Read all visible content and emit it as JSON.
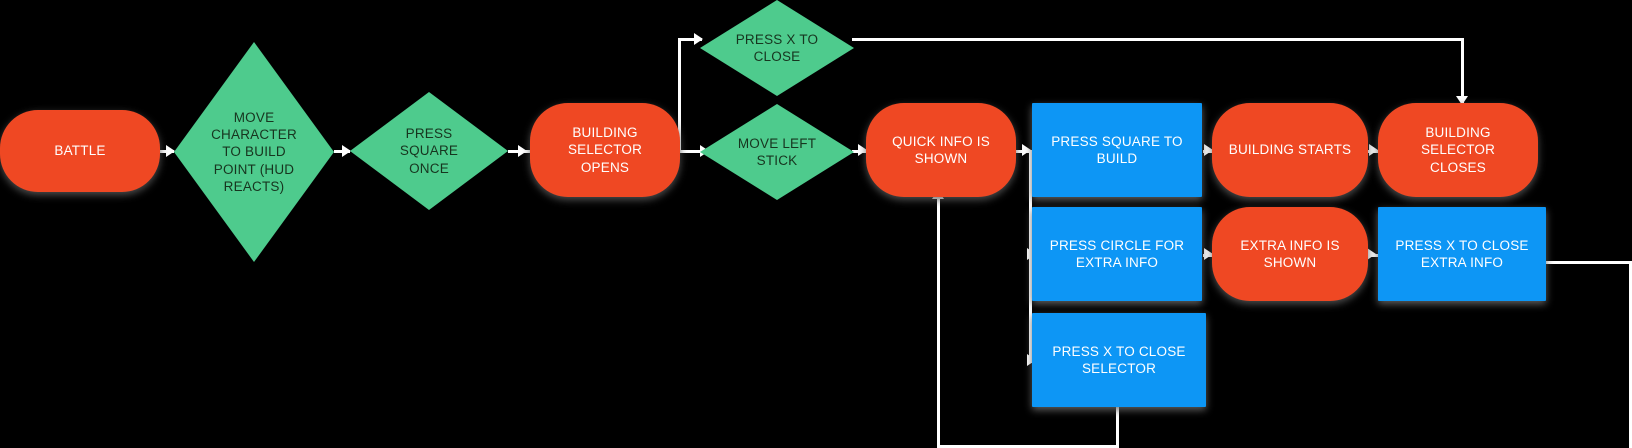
{
  "diagram": {
    "type": "flowchart",
    "background_color": "#000000",
    "connector_color": "#ffffff",
    "palette": {
      "state_red": "#ef4823",
      "decision_green": "#4ecb8d",
      "action_blue": "#0d96f5",
      "text_on_red": "#ffffff",
      "text_on_green": "#17351f",
      "text_on_blue": "#ffffff"
    },
    "nodes": [
      {
        "id": "battle",
        "label": "BATTLE",
        "shape": "rounded-rect",
        "color": "state_red"
      },
      {
        "id": "move-character",
        "label": "MOVE\nCHARACTER\nTO BUILD\nPOINT (HUD\nREACTS)",
        "shape": "diamond",
        "color": "decision_green"
      },
      {
        "id": "press-square-once",
        "label": "PRESS\nSQUARE\nONCE",
        "shape": "diamond",
        "color": "decision_green"
      },
      {
        "id": "selector-opens",
        "label": "BUILDING SELECTOR\nOPENS",
        "shape": "rounded-rect",
        "color": "state_red"
      },
      {
        "id": "press-x-close",
        "label": "PRESS X TO\nCLOSE",
        "shape": "diamond",
        "color": "decision_green"
      },
      {
        "id": "move-left-stick",
        "label": "MOVE LEFT\nSTICK",
        "shape": "diamond",
        "color": "decision_green"
      },
      {
        "id": "quick-info-shown",
        "label": "QUICK INFO IS SHOWN",
        "shape": "rounded-rect",
        "color": "state_red"
      },
      {
        "id": "press-square-build",
        "label": "PRESS SQUARE TO\nBUILD",
        "shape": "rect",
        "color": "action_blue"
      },
      {
        "id": "building-starts",
        "label": "BUILDING STARTS",
        "shape": "rounded-rect",
        "color": "state_red"
      },
      {
        "id": "selector-closes",
        "label": "BUILDING SELECTOR\nCLOSES",
        "shape": "rounded-rect",
        "color": "state_red"
      },
      {
        "id": "press-circle-info",
        "label": "PRESS CIRCLE FOR\nEXTRA INFO",
        "shape": "rect",
        "color": "action_blue"
      },
      {
        "id": "extra-info-shown",
        "label": "EXTRA INFO IS SHOWN",
        "shape": "rounded-rect",
        "color": "state_red"
      },
      {
        "id": "press-x-extra",
        "label": "PRESS X TO CLOSE\nEXTRA INFO",
        "shape": "rect",
        "color": "action_blue"
      },
      {
        "id": "press-x-selector",
        "label": "PRESS X TO CLOSE\nSELECTOR",
        "shape": "rect",
        "color": "action_blue"
      }
    ],
    "edges": [
      {
        "from": "battle",
        "to": "move-character"
      },
      {
        "from": "move-character",
        "to": "press-square-once"
      },
      {
        "from": "press-square-once",
        "to": "selector-opens"
      },
      {
        "from": "selector-opens",
        "to": "press-x-close"
      },
      {
        "from": "selector-opens",
        "to": "move-left-stick"
      },
      {
        "from": "press-x-close",
        "to": "selector-closes"
      },
      {
        "from": "move-left-stick",
        "to": "quick-info-shown"
      },
      {
        "from": "quick-info-shown",
        "to": "press-square-build"
      },
      {
        "from": "quick-info-shown",
        "to": "press-circle-info"
      },
      {
        "from": "quick-info-shown",
        "to": "press-x-selector"
      },
      {
        "from": "press-square-build",
        "to": "building-starts"
      },
      {
        "from": "building-starts",
        "to": "selector-closes"
      },
      {
        "from": "press-circle-info",
        "to": "extra-info-shown"
      },
      {
        "from": "extra-info-shown",
        "to": "press-x-extra"
      },
      {
        "from": "press-x-extra",
        "to": "quick-info-shown"
      },
      {
        "from": "press-x-selector",
        "to": "quick-info-shown"
      }
    ]
  }
}
